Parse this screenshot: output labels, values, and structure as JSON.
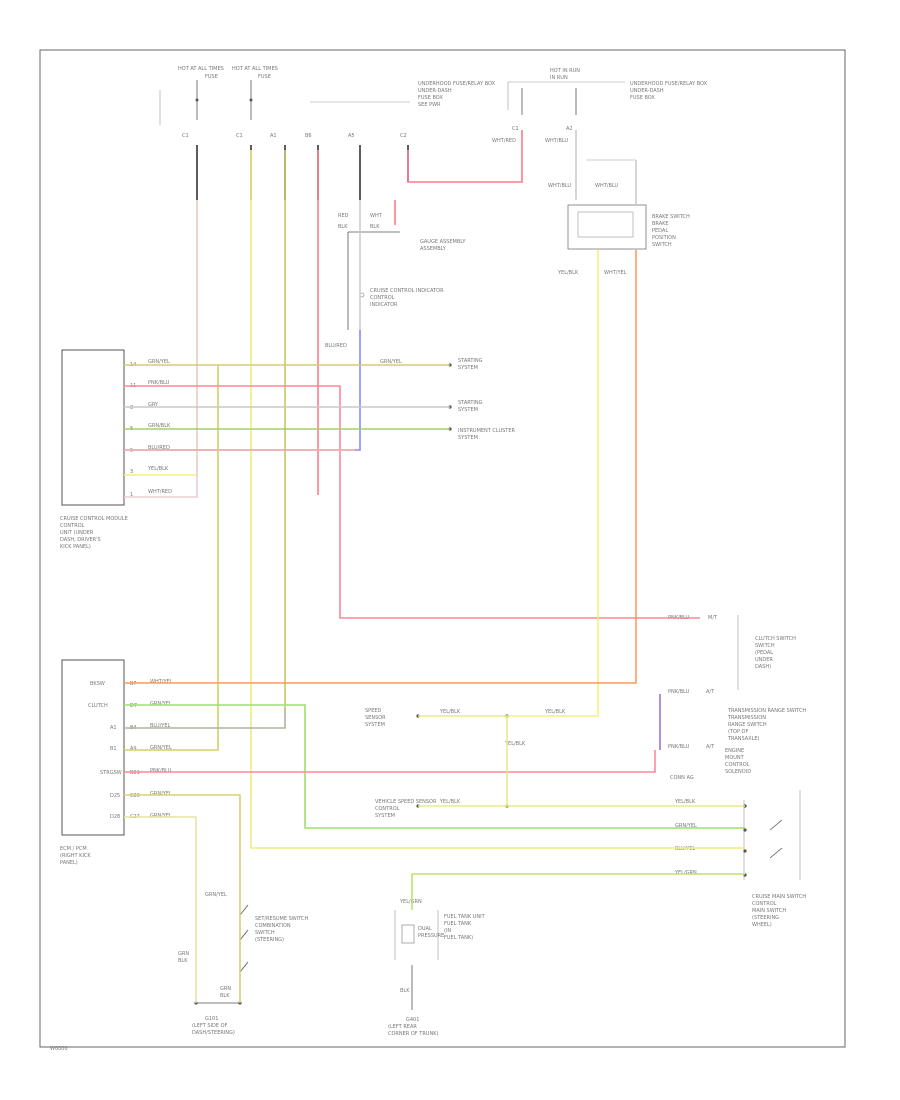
{
  "colors": {
    "frame": "#555555",
    "wire_red": "#ff6f7f",
    "wire_pink": "#ff9aa8",
    "wire_yellow": "#f2ee7a",
    "wire_green": "#9ae060",
    "wire_orange": "#ffa040",
    "wire_blue": "#8080ff",
    "wire_purple": "#a070e0",
    "wire_gray": "#aaaaaa",
    "wire_olive": "#b8b45a"
  },
  "labels": {
    "hot_at_all_times_1": "HOT AT ALL TIMES",
    "hot_at_all_times_2": "HOT AT ALL TIMES",
    "hot_in_run": "HOT IN RUN",
    "underhood_fuse_a": "UNDERHOOD FUSE/RELAY BOX",
    "underhood_fuse_b": "UNDERHOOD FUSE/RELAY BOX",
    "pcm_box_title": "CRUISE CONTROL MODULE",
    "ecm_box_title": "ECM / PCM",
    "cruise_control_indicator": "CRUISE CONTROL INDICATOR",
    "gauge_assembly": "GAUGE ASSEMBLY",
    "brake_switch": "BRAKE SWITCH",
    "vss": "VEHICLE SPEED SENSOR",
    "clutch_switch": "CLUTCH SWITCH",
    "transmission_range": "TRANSMISSION RANGE SWITCH",
    "main_switch": "CRUISE MAIN SWITCH",
    "set_resume": "SET/RESUME SWITCH",
    "fuel_tank": "FUEL TANK UNIT",
    "ground_left": "G101",
    "ground_center": "G401",
    "bottom_left_code": "W0000"
  }
}
